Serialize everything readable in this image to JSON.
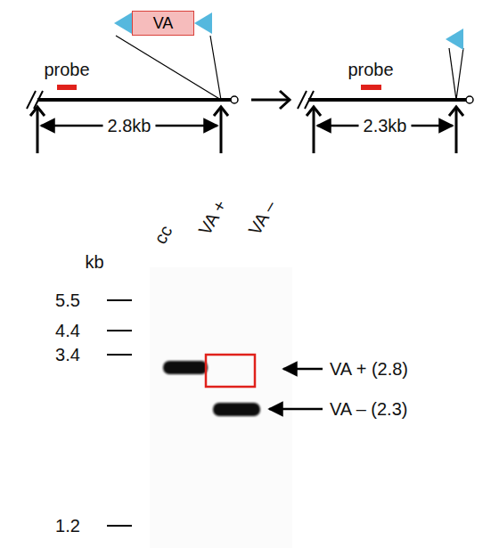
{
  "diagram": {
    "nodes": [
      {
        "text": [
          "VA"
        ]
      }
    ],
    "labels": [
      "probe",
      "2.8kb",
      "probe",
      "2.3kb",
      "kb",
      "cc",
      "VA +",
      "VA –",
      "5.5",
      "4.4",
      "3.4",
      "1.2",
      "VA + (2.8)",
      "VA – (2.3)"
    ]
  }
}
